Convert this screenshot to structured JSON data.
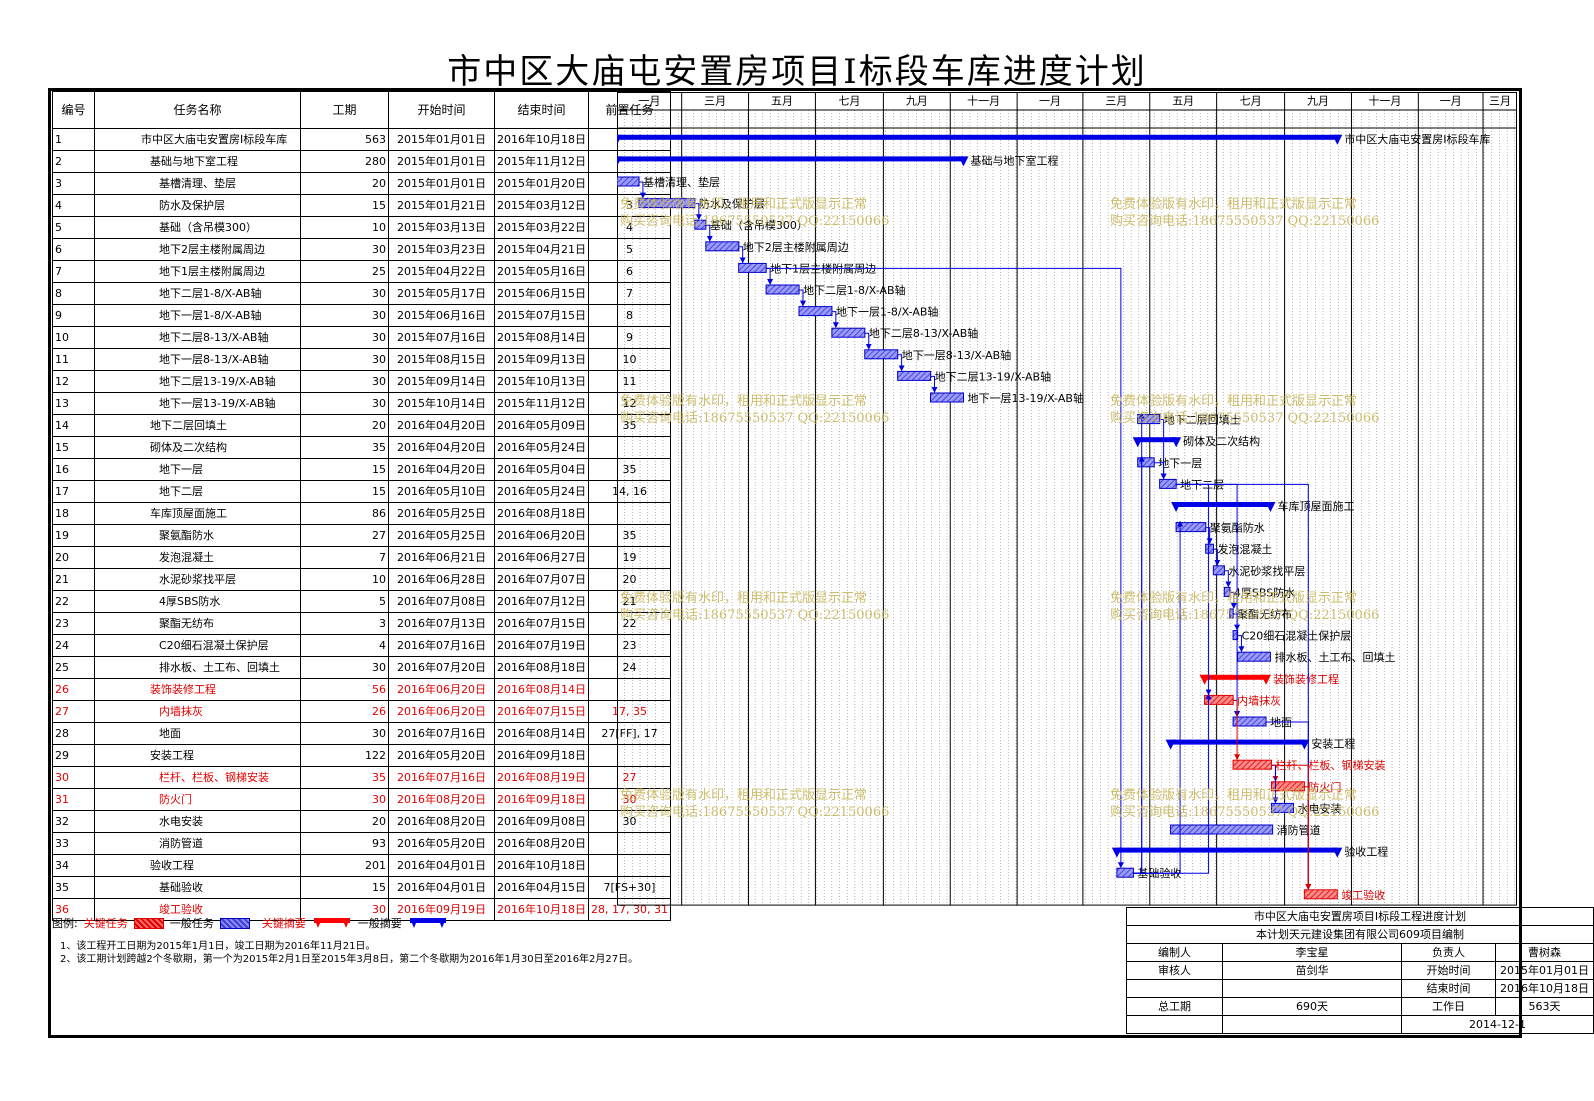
{
  "page": {
    "title": "市中区大庙屯安置房项目Ⅰ标段车库进度计划"
  },
  "table": {
    "headers": [
      "编号",
      "任务名称",
      "工期",
      "开始时间",
      "结束时间",
      "前置任务"
    ],
    "rows": [
      {
        "id": "1",
        "name": "市中区大庙屯安置房Ⅰ标段车库",
        "dur": "563",
        "start": "2015年01月01日",
        "end": "2016年10月18日",
        "pred": "",
        "level": 0,
        "crit": false
      },
      {
        "id": "2",
        "name": "基础与地下室工程",
        "dur": "280",
        "start": "2015年01月01日",
        "end": "2015年11月12日",
        "pred": "",
        "level": 1,
        "crit": false
      },
      {
        "id": "3",
        "name": "基槽清理、垫层",
        "dur": "20",
        "start": "2015年01月01日",
        "end": "2015年01月20日",
        "pred": "",
        "level": 2,
        "crit": false
      },
      {
        "id": "4",
        "name": "防水及保护层",
        "dur": "15",
        "start": "2015年01月21日",
        "end": "2015年03月12日",
        "pred": "3",
        "level": 2,
        "crit": false
      },
      {
        "id": "5",
        "name": "基础（含吊模300）",
        "dur": "10",
        "start": "2015年03月13日",
        "end": "2015年03月22日",
        "pred": "4",
        "level": 2,
        "crit": false
      },
      {
        "id": "6",
        "name": "地下2层主楼附属周边",
        "dur": "30",
        "start": "2015年03月23日",
        "end": "2015年04月21日",
        "pred": "5",
        "level": 2,
        "crit": false
      },
      {
        "id": "7",
        "name": "地下1层主楼附属周边",
        "dur": "25",
        "start": "2015年04月22日",
        "end": "2015年05月16日",
        "pred": "6",
        "level": 2,
        "crit": false
      },
      {
        "id": "8",
        "name": "地下二层1-8/X-AB轴",
        "dur": "30",
        "start": "2015年05月17日",
        "end": "2015年06月15日",
        "pred": "7",
        "level": 2,
        "crit": false
      },
      {
        "id": "9",
        "name": "地下一层1-8/X-AB轴",
        "dur": "30",
        "start": "2015年06月16日",
        "end": "2015年07月15日",
        "pred": "8",
        "level": 2,
        "crit": false
      },
      {
        "id": "10",
        "name": "地下二层8-13/X-AB轴",
        "dur": "30",
        "start": "2015年07月16日",
        "end": "2015年08月14日",
        "pred": "9",
        "level": 2,
        "crit": false
      },
      {
        "id": "11",
        "name": "地下一层8-13/X-AB轴",
        "dur": "30",
        "start": "2015年08月15日",
        "end": "2015年09月13日",
        "pred": "10",
        "level": 2,
        "crit": false
      },
      {
        "id": "12",
        "name": "地下二层13-19/X-AB轴",
        "dur": "30",
        "start": "2015年09月14日",
        "end": "2015年10月13日",
        "pred": "11",
        "level": 2,
        "crit": false
      },
      {
        "id": "13",
        "name": "地下一层13-19/X-AB轴",
        "dur": "30",
        "start": "2015年10月14日",
        "end": "2015年11月12日",
        "pred": "12",
        "level": 2,
        "crit": false
      },
      {
        "id": "14",
        "name": "地下二层回填土",
        "dur": "20",
        "start": "2016年04月20日",
        "end": "2016年05月09日",
        "pred": "35",
        "level": 1,
        "crit": false
      },
      {
        "id": "15",
        "name": "砌体及二次结构",
        "dur": "35",
        "start": "2016年04月20日",
        "end": "2016年05月24日",
        "pred": "",
        "level": 1,
        "crit": false
      },
      {
        "id": "16",
        "name": "地下一层",
        "dur": "15",
        "start": "2016年04月20日",
        "end": "2016年05月04日",
        "pred": "35",
        "level": 2,
        "crit": false
      },
      {
        "id": "17",
        "name": "地下二层",
        "dur": "15",
        "start": "2016年05月10日",
        "end": "2016年05月24日",
        "pred": "14, 16",
        "level": 2,
        "crit": false
      },
      {
        "id": "18",
        "name": "车库顶屋面施工",
        "dur": "86",
        "start": "2016年05月25日",
        "end": "2016年08月18日",
        "pred": "",
        "level": 1,
        "crit": false
      },
      {
        "id": "19",
        "name": "聚氨酯防水",
        "dur": "27",
        "start": "2016年05月25日",
        "end": "2016年06月20日",
        "pred": "35",
        "level": 2,
        "crit": false
      },
      {
        "id": "20",
        "name": "发泡混凝土",
        "dur": "7",
        "start": "2016年06月21日",
        "end": "2016年06月27日",
        "pred": "19",
        "level": 2,
        "crit": false
      },
      {
        "id": "21",
        "name": "水泥砂浆找平层",
        "dur": "10",
        "start": "2016年06月28日",
        "end": "2016年07月07日",
        "pred": "20",
        "level": 2,
        "crit": false
      },
      {
        "id": "22",
        "name": "4厚SBS防水",
        "dur": "5",
        "start": "2016年07月08日",
        "end": "2016年07月12日",
        "pred": "21",
        "level": 2,
        "crit": false
      },
      {
        "id": "23",
        "name": "聚酯无纺布",
        "dur": "3",
        "start": "2016年07月13日",
        "end": "2016年07月15日",
        "pred": "22",
        "level": 2,
        "crit": false
      },
      {
        "id": "24",
        "name": "C20细石混凝土保护层",
        "dur": "4",
        "start": "2016年07月16日",
        "end": "2016年07月19日",
        "pred": "23",
        "level": 2,
        "crit": false
      },
      {
        "id": "25",
        "name": "排水板、土工布、回填土",
        "dur": "30",
        "start": "2016年07月20日",
        "end": "2016年08月18日",
        "pred": "24",
        "level": 2,
        "crit": false
      },
      {
        "id": "26",
        "name": "装饰装修工程",
        "dur": "56",
        "start": "2016年06月20日",
        "end": "2016年08月14日",
        "pred": "",
        "level": 1,
        "crit": true
      },
      {
        "id": "27",
        "name": "内墙抹灰",
        "dur": "26",
        "start": "2016年06月20日",
        "end": "2016年07月15日",
        "pred": "17, 35",
        "level": 2,
        "crit": true
      },
      {
        "id": "28",
        "name": "地面",
        "dur": "30",
        "start": "2016年07月16日",
        "end": "2016年08月14日",
        "pred": "27[FF], 17",
        "level": 2,
        "crit": false
      },
      {
        "id": "29",
        "name": "安装工程",
        "dur": "122",
        "start": "2016年05月20日",
        "end": "2016年09月18日",
        "pred": "",
        "level": 1,
        "crit": false
      },
      {
        "id": "30",
        "name": "栏杆、栏板、钢梯安装",
        "dur": "35",
        "start": "2016年07月16日",
        "end": "2016年08月19日",
        "pred": "27",
        "level": 2,
        "crit": true
      },
      {
        "id": "31",
        "name": "防火门",
        "dur": "30",
        "start": "2016年08月20日",
        "end": "2016年09月18日",
        "pred": "30",
        "level": 2,
        "crit": true
      },
      {
        "id": "32",
        "name": "水电安装",
        "dur": "20",
        "start": "2016年08月20日",
        "end": "2016年09月08日",
        "pred": "30",
        "level": 2,
        "crit": false
      },
      {
        "id": "33",
        "name": "消防管道",
        "dur": "93",
        "start": "2016年05月20日",
        "end": "2016年08月20日",
        "pred": "",
        "level": 2,
        "crit": false
      },
      {
        "id": "34",
        "name": "验收工程",
        "dur": "201",
        "start": "2016年04月01日",
        "end": "2016年10月18日",
        "pred": "",
        "level": 1,
        "crit": false
      },
      {
        "id": "35",
        "name": "基础验收",
        "dur": "15",
        "start": "2016年04月01日",
        "end": "2016年04月15日",
        "pred": "7[FS+30]",
        "level": 2,
        "crit": false
      },
      {
        "id": "36",
        "name": "竣工验收",
        "dur": "30",
        "start": "2016年09月19日",
        "end": "2016年10月18日",
        "pred": "28, 17, 30, 31",
        "level": 2,
        "crit": true
      }
    ]
  },
  "chart_data": {
    "type": "gantt",
    "months": [
      "一月",
      "三月",
      "五月",
      "七月",
      "九月",
      "十一月",
      "一月",
      "三月",
      "五月",
      "七月",
      "九月",
      "十一月",
      "一月",
      "三月"
    ],
    "range_start": "2015-01-01",
    "range_end": "2017-04-01",
    "tasks": [
      {
        "id": 1,
        "label": "市中区大庙屯安置房Ⅰ标段车库",
        "start": "2015-01-01",
        "end": "2016-10-18",
        "kind": "summary",
        "crit": false
      },
      {
        "id": 2,
        "label": "基础与地下室工程",
        "start": "2015-01-01",
        "end": "2015-11-12",
        "kind": "summary",
        "crit": false
      },
      {
        "id": 3,
        "label": "基槽清理、垫层",
        "start": "2015-01-01",
        "end": "2015-01-20",
        "kind": "task",
        "crit": false
      },
      {
        "id": 4,
        "label": "防水及保护层",
        "start": "2015-01-21",
        "end": "2015-03-12",
        "kind": "task",
        "crit": false
      },
      {
        "id": 5,
        "label": "基础（含吊模300）",
        "start": "2015-03-13",
        "end": "2015-03-22",
        "kind": "task",
        "crit": false
      },
      {
        "id": 6,
        "label": "地下2层主楼附属周边",
        "start": "2015-03-23",
        "end": "2015-04-21",
        "kind": "task",
        "crit": false
      },
      {
        "id": 7,
        "label": "地下1层主楼附属周边",
        "start": "2015-04-22",
        "end": "2015-05-16",
        "kind": "task",
        "crit": false
      },
      {
        "id": 8,
        "label": "地下二层1-8/X-AB轴",
        "start": "2015-05-17",
        "end": "2015-06-15",
        "kind": "task",
        "crit": false
      },
      {
        "id": 9,
        "label": "地下一层1-8/X-AB轴",
        "start": "2015-06-16",
        "end": "2015-07-15",
        "kind": "task",
        "crit": false
      },
      {
        "id": 10,
        "label": "地下二层8-13/X-AB轴",
        "start": "2015-07-16",
        "end": "2015-08-14",
        "kind": "task",
        "crit": false
      },
      {
        "id": 11,
        "label": "地下一层8-13/X-AB轴",
        "start": "2015-08-15",
        "end": "2015-09-13",
        "kind": "task",
        "crit": false
      },
      {
        "id": 12,
        "label": "地下二层13-19/X-AB轴",
        "start": "2015-09-14",
        "end": "2015-10-13",
        "kind": "task",
        "crit": false
      },
      {
        "id": 13,
        "label": "地下一层13-19/X-AB轴",
        "start": "2015-10-14",
        "end": "2015-11-12",
        "kind": "task",
        "crit": false
      },
      {
        "id": 14,
        "label": "地下二层回填土",
        "start": "2016-04-20",
        "end": "2016-05-09",
        "kind": "task",
        "crit": false
      },
      {
        "id": 15,
        "label": "砌体及二次结构",
        "start": "2016-04-20",
        "end": "2016-05-24",
        "kind": "summary",
        "crit": false
      },
      {
        "id": 16,
        "label": "地下一层",
        "start": "2016-04-20",
        "end": "2016-05-04",
        "kind": "task",
        "crit": false
      },
      {
        "id": 17,
        "label": "地下二层",
        "start": "2016-05-10",
        "end": "2016-05-24",
        "kind": "task",
        "crit": false
      },
      {
        "id": 18,
        "label": "车库顶屋面施工",
        "start": "2016-05-25",
        "end": "2016-08-18",
        "kind": "summary",
        "crit": false
      },
      {
        "id": 19,
        "label": "聚氨酯防水",
        "start": "2016-05-25",
        "end": "2016-06-20",
        "kind": "task",
        "crit": false
      },
      {
        "id": 20,
        "label": "发泡混凝土",
        "start": "2016-06-21",
        "end": "2016-06-27",
        "kind": "task",
        "crit": false
      },
      {
        "id": 21,
        "label": "水泥砂浆找平层",
        "start": "2016-06-28",
        "end": "2016-07-07",
        "kind": "task",
        "crit": false
      },
      {
        "id": 22,
        "label": "4厚SBS防水",
        "start": "2016-07-08",
        "end": "2016-07-12",
        "kind": "task",
        "crit": false
      },
      {
        "id": 23,
        "label": "聚酯无纺布",
        "start": "2016-07-13",
        "end": "2016-07-15",
        "kind": "task",
        "crit": false
      },
      {
        "id": 24,
        "label": "C20细石混凝土保护层",
        "start": "2016-07-16",
        "end": "2016-07-19",
        "kind": "task",
        "crit": false
      },
      {
        "id": 25,
        "label": "排水板、土工布、回填土",
        "start": "2016-07-20",
        "end": "2016-08-18",
        "kind": "task",
        "crit": false
      },
      {
        "id": 26,
        "label": "装饰装修工程",
        "start": "2016-06-20",
        "end": "2016-08-14",
        "kind": "summary",
        "crit": true
      },
      {
        "id": 27,
        "label": "内墙抹灰",
        "start": "2016-06-20",
        "end": "2016-07-15",
        "kind": "task",
        "crit": true
      },
      {
        "id": 28,
        "label": "地面",
        "start": "2016-07-16",
        "end": "2016-08-14",
        "kind": "task",
        "crit": false
      },
      {
        "id": 29,
        "label": "安装工程",
        "start": "2016-05-20",
        "end": "2016-09-18",
        "kind": "summary",
        "crit": false
      },
      {
        "id": 30,
        "label": "栏杆、栏板、钢梯安装",
        "start": "2016-07-16",
        "end": "2016-08-19",
        "kind": "task",
        "crit": true
      },
      {
        "id": 31,
        "label": "防火门",
        "start": "2016-08-20",
        "end": "2016-09-18",
        "kind": "task",
        "crit": true
      },
      {
        "id": 32,
        "label": "水电安装",
        "start": "2016-08-20",
        "end": "2016-09-08",
        "kind": "task",
        "crit": false
      },
      {
        "id": 33,
        "label": "消防管道",
        "start": "2016-05-20",
        "end": "2016-08-20",
        "kind": "task",
        "crit": false
      },
      {
        "id": 34,
        "label": "验收工程",
        "start": "2016-04-01",
        "end": "2016-10-18",
        "kind": "summary",
        "crit": false
      },
      {
        "id": 35,
        "label": "基础验收",
        "start": "2016-04-01",
        "end": "2016-04-15",
        "kind": "task",
        "crit": false
      },
      {
        "id": 36,
        "label": "竣工验收",
        "start": "2016-09-19",
        "end": "2016-10-18",
        "kind": "task",
        "crit": true
      }
    ],
    "colors": {
      "task_fill": "#8080ff",
      "task_stroke": "#0000c8",
      "summary": "#0000e6",
      "crit_fill": "#ff7070",
      "crit_stroke": "#e00000",
      "crit_summary": "#ff0000",
      "link": "#0000e6",
      "grid": "#000000"
    }
  },
  "watermark": {
    "line1": "免费体验版有水印，租用和正式版显示正常",
    "line2": "购买咨询电话:18675550537 QQ:22150066"
  },
  "legend": {
    "prefix": "图例:",
    "crit_task": "关键任务",
    "normal_task": "一般任务",
    "crit_summary": "关键摘要",
    "normal_summary": "一般摘要",
    "note1": "1、该工程开工日期为2015年1月1日，竣工日期为2016年11月21日。",
    "note2": "2、该工期计划跨越2个冬歇期，第一个为2015年2月1日至2015年3月8日，第二个冬歇期为2016年1月30日至2016年2月27日。"
  },
  "info": {
    "title": "市中区大庙屯安置房项目Ⅰ标段工程进度计划",
    "subtitle": "本计划天元建设集团有限公司609项目编制",
    "editor_label": "编制人",
    "editor": "李宝星",
    "leader_label": "负责人",
    "leader": "曹树森",
    "reviewer_label": "审核人",
    "reviewer": "苗剑华",
    "start_label": "开始时间",
    "start": "2015年01月01日",
    "end_label": "结束时间",
    "end": "2016年10月18日",
    "total_label": "总工期",
    "total": "690天",
    "work_label": "工作日",
    "work": "563天",
    "date": "2014-12-1"
  }
}
